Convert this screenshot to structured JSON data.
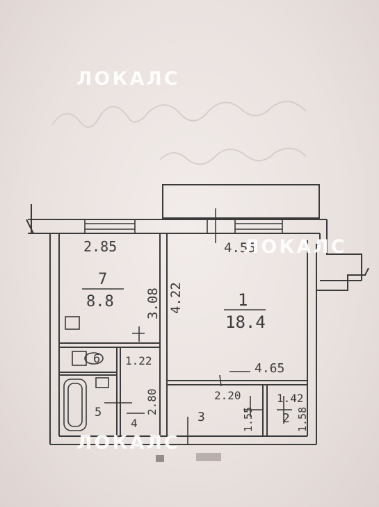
{
  "watermark": {
    "top": "ЛОКАЛС",
    "middle": "ЛОКАЛС",
    "bottom": "ЛОКАЛС"
  },
  "plan": {
    "kitchen": {
      "width": "2.85",
      "number": "7",
      "area": "8.8",
      "depth": "3.08"
    },
    "room": {
      "width": "4.55",
      "number": "1",
      "area": "18.4",
      "depth": "4.22",
      "bottom_note": "4.65"
    },
    "bath": {
      "number": "5"
    },
    "toilet": {
      "number": "6",
      "dim": "1.22"
    },
    "corridor": {
      "number": "4",
      "dim": "2.80"
    },
    "hall": {
      "number": "3",
      "width": "2.20",
      "depth": "1.55"
    },
    "closet": {
      "number": "2",
      "width": "1.42",
      "depth": "1.58"
    }
  },
  "colors": {
    "paper": "#ede6e3",
    "ink": "#3a3a3a",
    "watermark": "#ffffff"
  }
}
